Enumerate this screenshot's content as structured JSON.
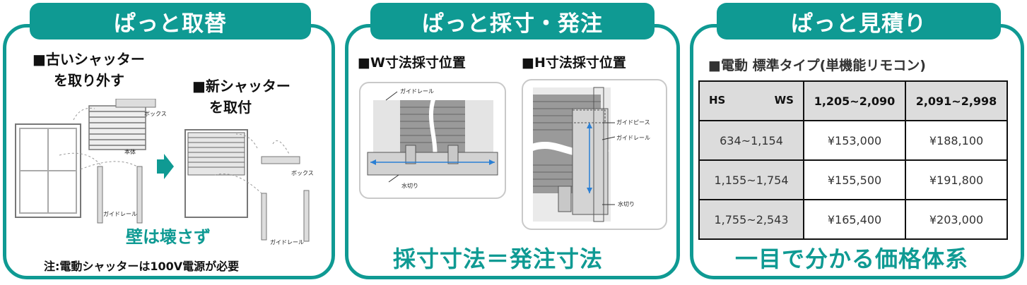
{
  "panels": [
    {
      "title": "ぱっと取替",
      "old_heading_line1": "■古いシャッター",
      "old_heading_line2": "を取り外す",
      "new_heading_line1": "■新シャッター",
      "new_heading_line2": "を取付",
      "labels": {
        "box": "ボックス",
        "body": "本体",
        "guide_rail": "ガイドレール"
      },
      "slogan": "壁は壊さず",
      "note": "注:電動シャッターは100V電源が必要"
    },
    {
      "title": "ぱっと採寸・発注",
      "w_heading": "■W寸法採寸位置",
      "h_heading": "■H寸法採寸位置",
      "labels": {
        "guide_rail": "ガイドレール",
        "water_cut": "水切り",
        "guide_piece": "ガイドピース"
      },
      "slogan": "採寸寸法＝発注寸法"
    },
    {
      "title": "ぱっと見積り",
      "heading": "■電動 標準タイプ(単機能リモコン)",
      "table": {
        "corner_hs": "HS",
        "corner_ws": "WS",
        "columns": [
          "1,205~2,090",
          "2,091~2,998"
        ],
        "rows": [
          {
            "hs": "634~1,154",
            "values": [
              "¥153,000",
              "¥188,100"
            ]
          },
          {
            "hs": "1,155~1,754",
            "values": [
              "¥155,500",
              "¥191,800"
            ]
          },
          {
            "hs": "1,755~2,543",
            "values": [
              "¥165,400",
              "¥203,000"
            ]
          }
        ]
      },
      "slogan": "一目で分かる価格体系"
    }
  ],
  "colors": {
    "accent": "#0f9a93",
    "grid_header": "#dcdcdc"
  }
}
